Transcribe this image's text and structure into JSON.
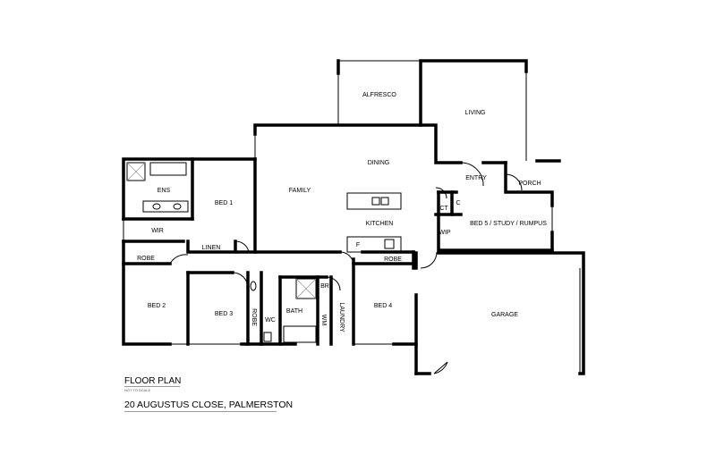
{
  "rooms": {
    "alfresco": "ALFRESCO",
    "living": "LIVING",
    "dining": "DINING",
    "family": "FAMILY",
    "kitchen": "KITCHEN",
    "entry": "ENTRY",
    "porch": "PORCH",
    "ens": "ENS",
    "bed1": "BED 1",
    "wir": "WIR",
    "linen": "LINEN",
    "robe1": "ROBE",
    "robe2": "ROBE",
    "robe3": "ROBE",
    "bed2": "BED 2",
    "bed3": "BED 3",
    "wc": "WC",
    "bath": "BATH",
    "br": "BR",
    "wm": "WM",
    "laundry": "LAUNDRY",
    "bed4": "BED 4",
    "f": "F",
    "ct": "CT",
    "c": "C",
    "wip": "WIP",
    "bed5": "BED 5 / STUDY / RUMPUS",
    "garage": "GARAGE"
  },
  "caption": {
    "title": "FLOOR PLAN",
    "note": "NOT TO SCALE",
    "address": "20 AUGUSTUS CLOSE, PALMERSTON"
  }
}
